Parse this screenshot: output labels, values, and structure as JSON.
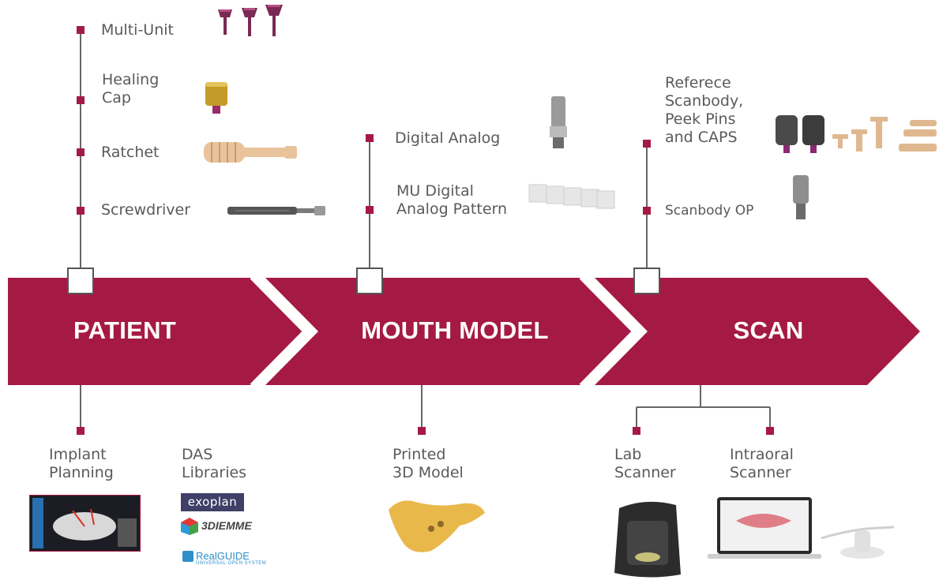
{
  "colors": {
    "accent": "#a51a44",
    "line": "#666666",
    "text": "#5a5a5a"
  },
  "stages": [
    {
      "title": "PATIENT"
    },
    {
      "title": "MOUTH MODEL"
    },
    {
      "title": "SCAN"
    }
  ],
  "patient_top_items": [
    {
      "label": "Multi-Unit",
      "icon": "multi-unit-abutments-icon"
    },
    {
      "label": "Healing\nCap",
      "icon": "healing-cap-icon"
    },
    {
      "label": "Ratchet",
      "icon": "ratchet-icon"
    },
    {
      "label": "Screwdriver",
      "icon": "screwdriver-icon"
    }
  ],
  "model_top_items": [
    {
      "label": "Digital Analog",
      "icon": "digital-analog-icon"
    },
    {
      "label": "MU Digital\nAnalog Pattern",
      "icon": "analog-pattern-icon"
    }
  ],
  "scan_top_items": [
    {
      "label": "Referece\nScanbody,\nPeek Pins\nand CAPS",
      "icon": "scanbody-pins-caps-icon"
    },
    {
      "label": "Scanbody OP",
      "icon": "scanbody-op-icon"
    }
  ],
  "patient_bottom": {
    "implant_planning": "Implant\nPlanning",
    "das_libraries": "DAS\nLibraries",
    "logos": {
      "exoplan": "exoplan",
      "dieme": "3DIEMME",
      "realguide": "RealGUIDE",
      "realguide_sub": "UNIVERSAL OPEN SYSTEM"
    }
  },
  "model_bottom": {
    "printed_model": "Printed\n3D Model"
  },
  "scan_bottom": {
    "lab_scanner": "Lab\nScanner",
    "intraoral_scanner": "Intraoral\nScanner"
  }
}
